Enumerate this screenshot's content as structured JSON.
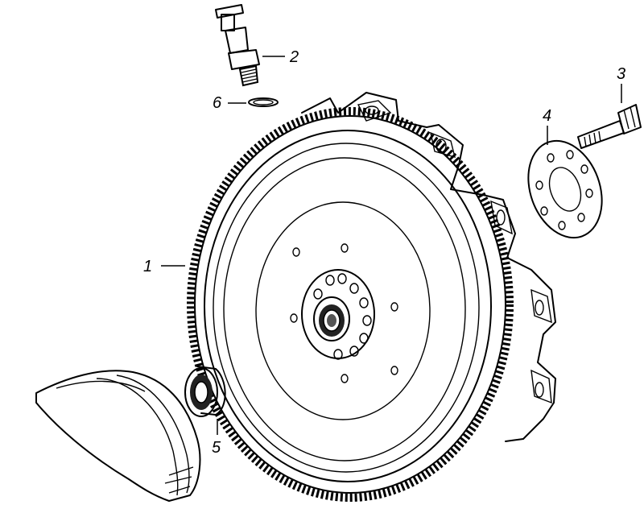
{
  "callouts": {
    "flywheel": "1",
    "pin": "2",
    "bolt": "3",
    "washer_plate": "4",
    "bearing": "5",
    "o_ring": "6"
  }
}
